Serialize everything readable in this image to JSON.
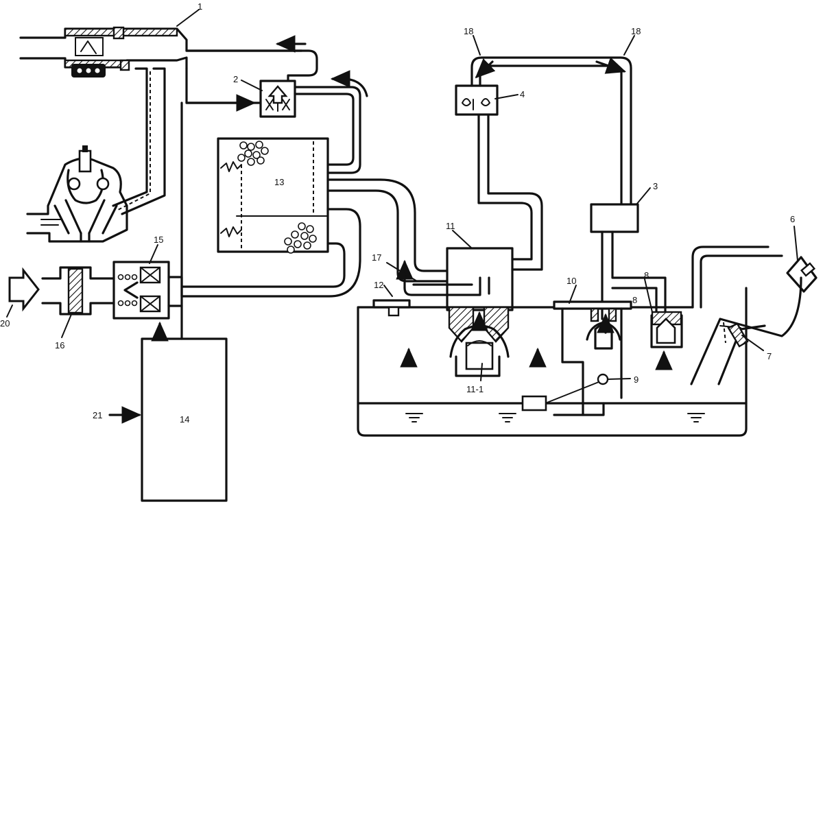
{
  "figure": {
    "labels": {
      "l1": "1",
      "l2": "2",
      "l3": "3",
      "l4": "4",
      "l6": "6",
      "l7": "7",
      "l8a": "8",
      "l8b": "8",
      "l9": "9",
      "l10": "10",
      "l11": "11",
      "l11_1": "11-1",
      "l12": "12",
      "l13": "13",
      "l14": "14",
      "l15": "15",
      "l16": "16",
      "l17": "17",
      "l18a": "18",
      "l18b": "18",
      "l20": "20",
      "l21": "21"
    }
  }
}
